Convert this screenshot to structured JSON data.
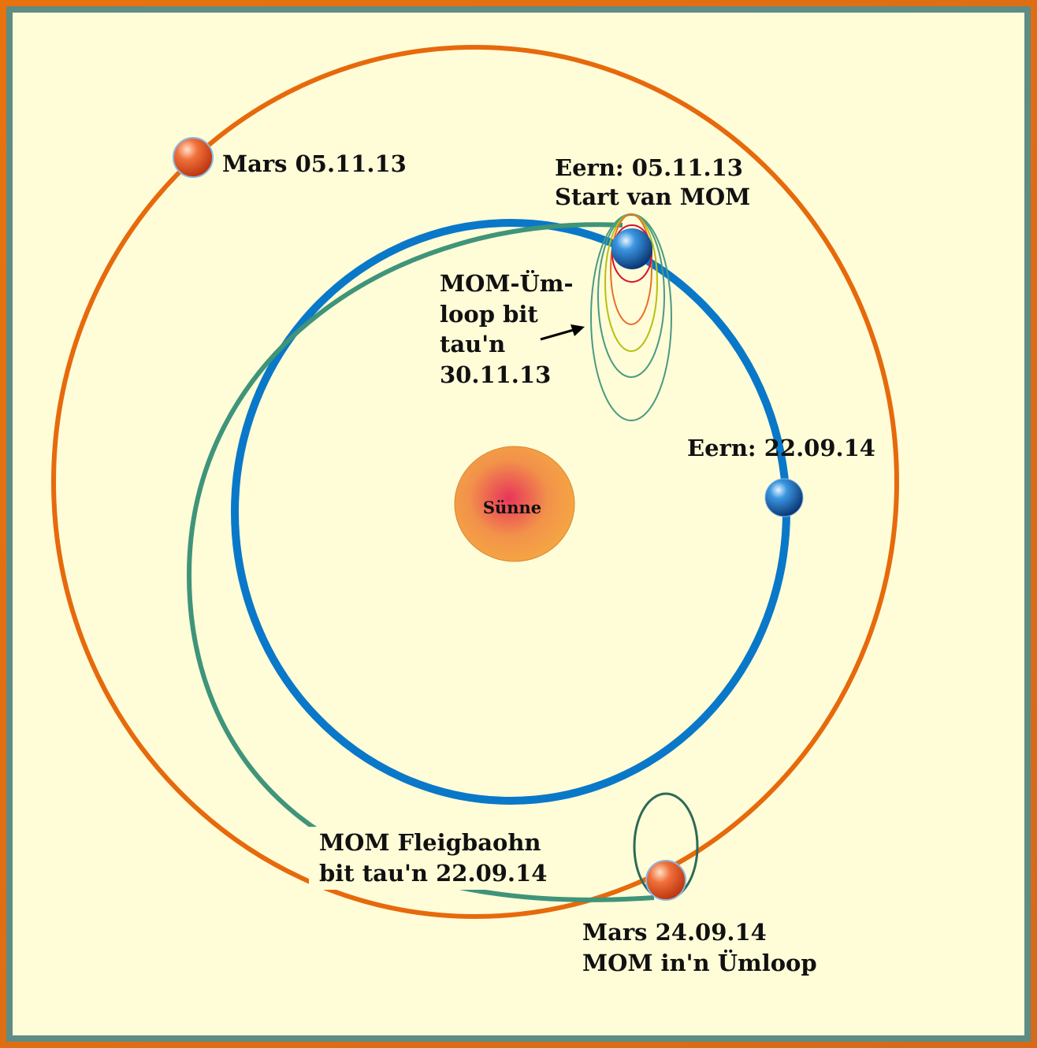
{
  "labels": {
    "sun": "Sünne",
    "mars_start": "Mars 05.11.13",
    "earth_start_1": "Eern: 05.11.13",
    "earth_start_2": "Start van MOM",
    "mom_orbit_1": "MOM-Üm-",
    "mom_orbit_2": "loop bit",
    "mom_orbit_3": "tau'n",
    "mom_orbit_4": "30.11.13",
    "earth_end": "Eern: 22.09.14",
    "trajectory_1": "MOM Fleigbaohn",
    "trajectory_2": "bit tau'n 22.09.14",
    "mars_end_1": "Mars 24.09.14",
    "mars_end_2": "MOM in'n Ümloop"
  },
  "colors": {
    "mars_orbit": "#e66a0c",
    "earth_orbit": "#0a78c8",
    "trajectory": "#3f9479",
    "mars_capture_orbit": "#2c6a58",
    "background": "#fffcd8"
  }
}
